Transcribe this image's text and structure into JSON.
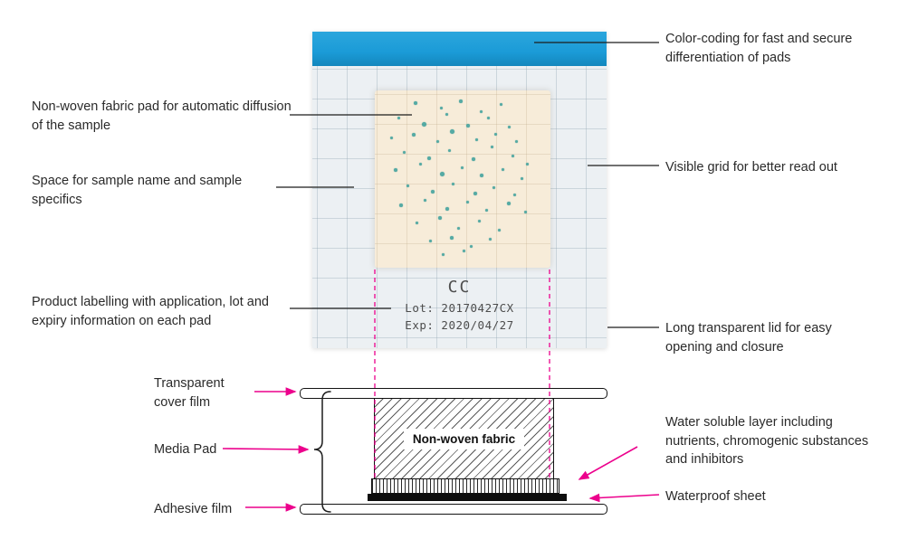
{
  "colors": {
    "magenta": "#ec008c",
    "blue_strip": "#1b9bd7",
    "card_bg": "#ecf0f3",
    "pad_bg": "#f7ecd9",
    "colony": "#3fa29d",
    "ink": "#2a2a2a"
  },
  "card": {
    "pad_code": "CC",
    "lot_line": "Lot: 20170427CX",
    "exp_line": "Exp: 2020/04/27",
    "colonies": [
      [
        22,
        6,
        4
      ],
      [
        37,
        9,
        3
      ],
      [
        48,
        5,
        4
      ],
      [
        60,
        11,
        3
      ],
      [
        71,
        7,
        3
      ],
      [
        13,
        15,
        3
      ],
      [
        27,
        18,
        5
      ],
      [
        40,
        13,
        3
      ],
      [
        52,
        19,
        4
      ],
      [
        64,
        15,
        3
      ],
      [
        76,
        20,
        3
      ],
      [
        9,
        26,
        3
      ],
      [
        21,
        24,
        4
      ],
      [
        35,
        28,
        3
      ],
      [
        43,
        22,
        5
      ],
      [
        57,
        27,
        3
      ],
      [
        68,
        24,
        3
      ],
      [
        80,
        28,
        3
      ],
      [
        16,
        34,
        3
      ],
      [
        30,
        37,
        4
      ],
      [
        42,
        33,
        3
      ],
      [
        55,
        38,
        4
      ],
      [
        66,
        31,
        3
      ],
      [
        78,
        36,
        3
      ],
      [
        86,
        41,
        3
      ],
      [
        11,
        44,
        4
      ],
      [
        25,
        41,
        3
      ],
      [
        37,
        46,
        5
      ],
      [
        49,
        43,
        3
      ],
      [
        60,
        47,
        4
      ],
      [
        72,
        44,
        3
      ],
      [
        83,
        49,
        3
      ],
      [
        18,
        53,
        3
      ],
      [
        32,
        56,
        4
      ],
      [
        44,
        52,
        3
      ],
      [
        56,
        57,
        4
      ],
      [
        67,
        54,
        3
      ],
      [
        79,
        58,
        3
      ],
      [
        14,
        64,
        4
      ],
      [
        28,
        61,
        3
      ],
      [
        40,
        66,
        4
      ],
      [
        52,
        62,
        3
      ],
      [
        63,
        67,
        3
      ],
      [
        75,
        63,
        4
      ],
      [
        85,
        68,
        3
      ],
      [
        23,
        74,
        3
      ],
      [
        36,
        71,
        4
      ],
      [
        47,
        77,
        3
      ],
      [
        59,
        73,
        3
      ],
      [
        70,
        78,
        3
      ],
      [
        31,
        84,
        3
      ],
      [
        43,
        82,
        4
      ],
      [
        54,
        87,
        3
      ],
      [
        65,
        83,
        3
      ],
      [
        38,
        92,
        3
      ],
      [
        50,
        90,
        3
      ]
    ]
  },
  "cross_section": {
    "fabric_label": "Non-woven fabric"
  },
  "labels": {
    "nonwoven": "Non-woven fabric pad for automatic diffusion of the sample",
    "space": "Space for sample name and sample specifics",
    "product": "Product labelling with application, lot and expiry information on each pad",
    "cover_film": "Transparent cover film",
    "media_pad": "Media Pad",
    "adhesive": "Adhesive film",
    "color_coding": "Color-coding for fast and secure differentiation of pads",
    "grid": "Visible grid for better read out",
    "lid": "Long transparent lid for easy opening and closure",
    "water_layer": "Water soluble layer including nutrients, chromogenic substances and inhibitors",
    "waterproof": "Waterproof sheet"
  }
}
